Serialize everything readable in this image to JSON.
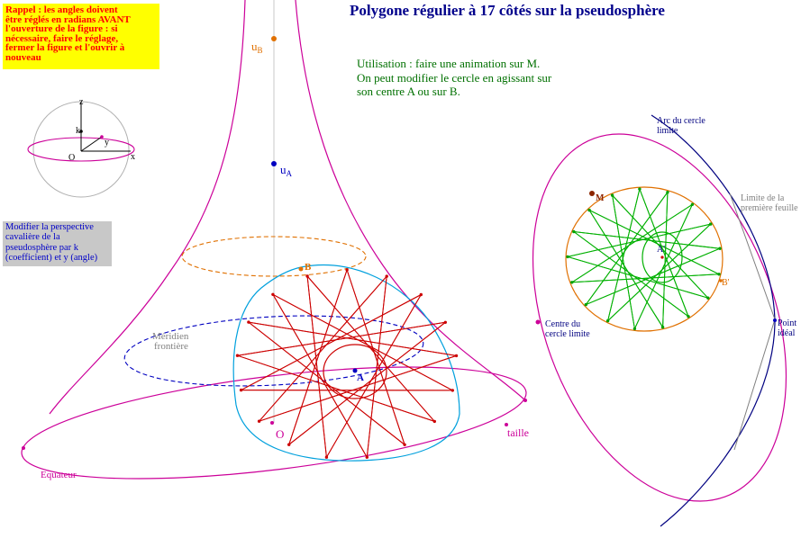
{
  "title": "Polygone régulier à 17 côtés sur la pseudosphère",
  "note_yellow": "Rappel : les angles doivent\nêtre réglés en radians AVANT\nl'ouverture de la figure : si\nnécessaire, faire le réglage,\nfermer la figure et l'ouvrir à\nnouveau",
  "note_gray": "Modifier la perspective\ncavalière de la\npseudosphère par k\n(coefficient) et y (angle)",
  "usage": "Utilisation : faire une animation sur M.\nOn peut modifier le cercle en agissant sur\nson centre A ou sur B.",
  "labels": {
    "uB_base": "u",
    "uB_sub": "B",
    "uA_base": "u",
    "uA_sub": "A",
    "z": "z",
    "k": "k",
    "y": "y",
    "O_small": "O",
    "x": "x",
    "B": "B",
    "A": "A",
    "O": "O",
    "meridien": "Méridien",
    "frontiere": "frontière",
    "equateur": "Equateur",
    "taille": "taille",
    "arc1": "Arc du cercle",
    "arc2": "limite",
    "limite1": "Limite de la",
    "limite2": "première feuille",
    "centre1": "Centre du",
    "centre2": "cercle limite",
    "point1": "Point",
    "point2": "idéal",
    "M": "M",
    "Aprime": "A'",
    "Bprime": "B'"
  },
  "colors": {
    "magenta": "#cc0099",
    "red": "#cc0000",
    "cyan": "#00a0dd",
    "orange": "#e07000",
    "blue": "#0000c0",
    "navy": "#000080",
    "green": "#00b000",
    "gray": "#808080"
  },
  "polygon": {
    "sides": 17
  }
}
